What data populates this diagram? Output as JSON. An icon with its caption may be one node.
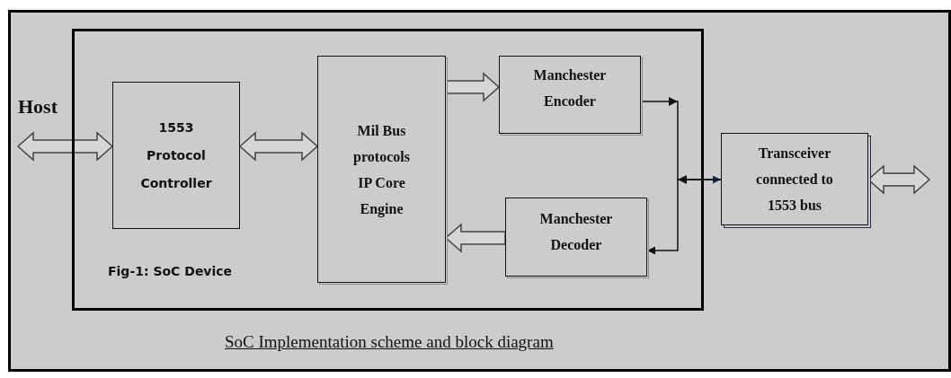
{
  "diagram": {
    "caption": "SoC Implementation scheme and block diagram",
    "nodes": [
      {
        "text": [
          "Fig-1: SoC Device"
        ]
      },
      {
        "text": [
          "Host"
        ]
      },
      {
        "text": [
          "1553 Protocol Controller"
        ],
        "in": 0
      },
      {
        "text": [
          "Mil Bus protocols IP Core Engine"
        ],
        "in": 0
      },
      {
        "text": [
          "Manchester Encoder"
        ],
        "in": 0
      },
      {
        "text": [
          "Manchester Decoder"
        ],
        "in": 0
      },
      {
        "text": [
          "Transceiver connected to 1553 bus"
        ]
      }
    ],
    "edges": [
      {
        "from": 1,
        "to": 2,
        "arrow": "both",
        "style": "thick"
      },
      {
        "from": 2,
        "to": 3,
        "arrow": "both",
        "style": "thick"
      },
      {
        "from": 3,
        "to": 4,
        "arrow": "to",
        "style": "thick"
      },
      {
        "from": 5,
        "to": 3,
        "arrow": "to",
        "style": "thick"
      },
      {
        "from": 4,
        "to": 6,
        "arrow": "to"
      },
      {
        "from": 6,
        "to": 5,
        "arrow": "to"
      },
      {
        "from": 6,
        "to": null,
        "arrow": "both",
        "style": "thick"
      }
    ]
  }
}
